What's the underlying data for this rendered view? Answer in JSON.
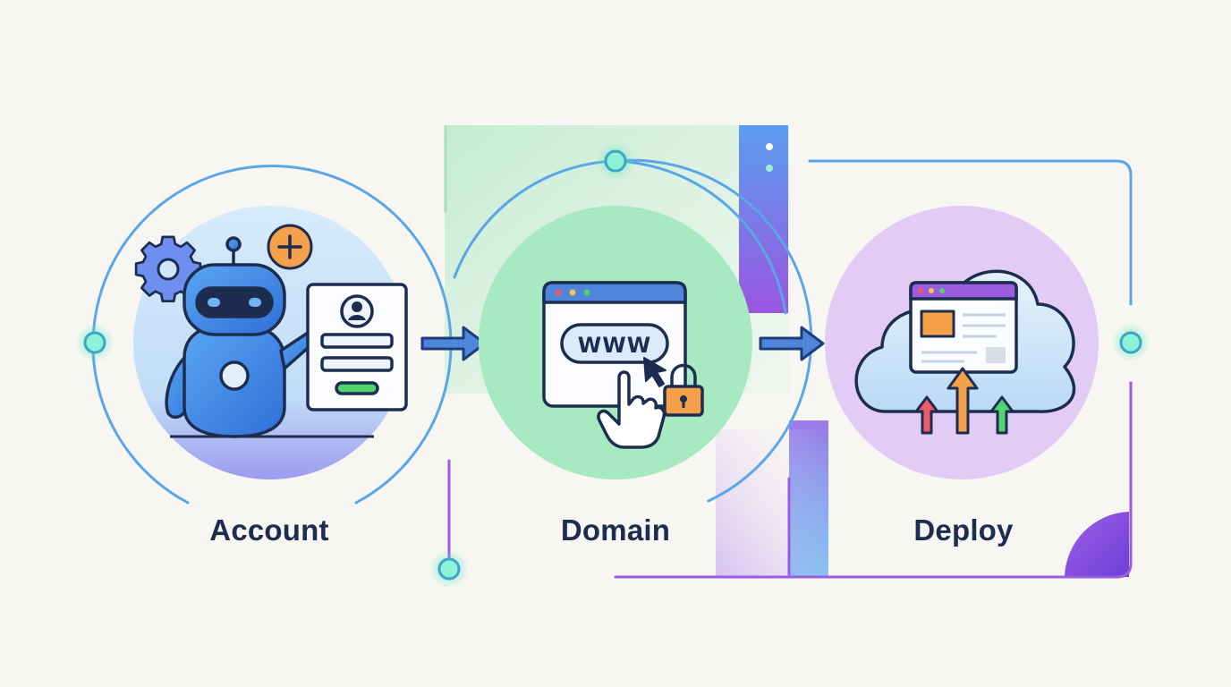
{
  "steps": [
    {
      "label": "Account",
      "icon": "robot-signup-form-icon"
    },
    {
      "label": "Domain",
      "icon": "browser-www-lock-icon"
    },
    {
      "label": "Deploy",
      "icon": "cloud-upload-icon"
    }
  ],
  "domain_step": {
    "url_text": "WWW"
  },
  "colors": {
    "background": "#f7f6f2",
    "outline": "#1d2d4f",
    "line_blue": "#5aa6e6",
    "line_purple": "#9b5ce0",
    "node_glow": "#5be6c4",
    "arrow": "#3f6fd0",
    "account_circle": "#cfe6fb",
    "domain_circle": "#a7e9c0",
    "deploy_circle": "#e2ccf6",
    "robot_blue": "#3f86e6",
    "plus_orange": "#f5a04a",
    "accent_green": "#4fd46e"
  }
}
